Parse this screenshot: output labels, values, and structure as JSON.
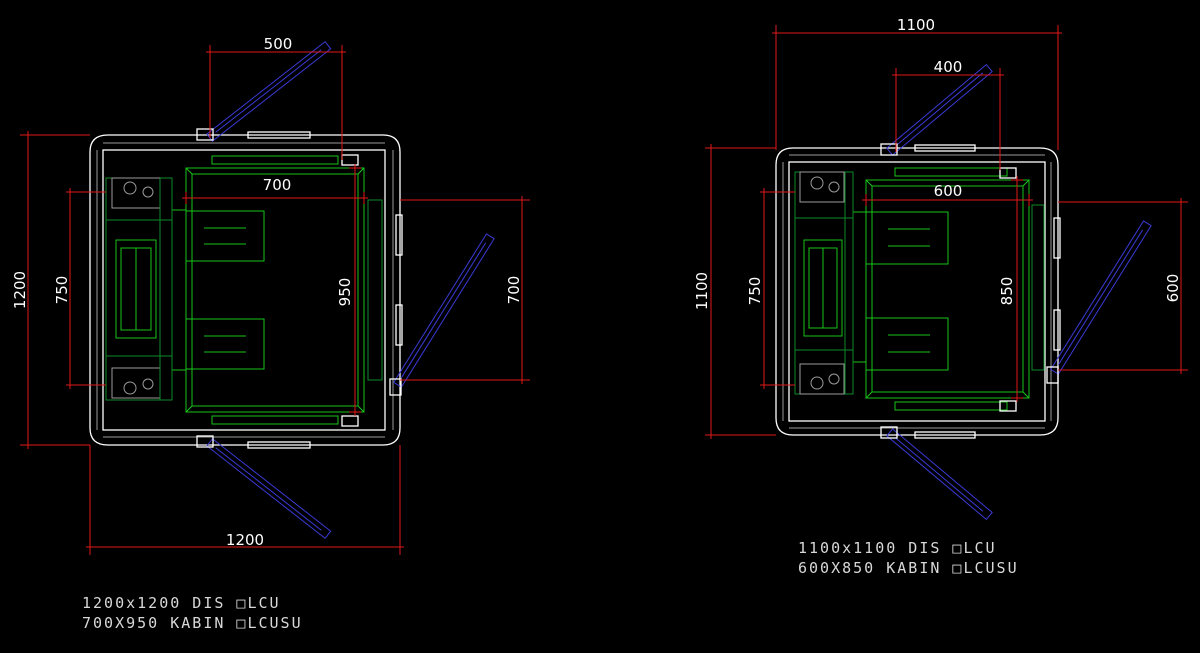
{
  "plans": [
    {
      "title_line1": "1200x1200 DIS □LCU",
      "title_line2": "700X950 KABIN □LCUSU",
      "dims": {
        "outer_width": "1200",
        "outer_height": "1200",
        "door_top": "500",
        "door_right": "700",
        "cabin_width": "700",
        "cabin_depth": "950",
        "rail_span": "750"
      }
    },
    {
      "title_line1": "1100x1100 DIS □LCU",
      "title_line2": "600X850 KABIN □LCUSU",
      "dims": {
        "outer_width": "1100",
        "outer_height": "1100",
        "door_top": "400",
        "door_right": "600",
        "cabin_width": "600",
        "cabin_depth": "850",
        "rail_span": "750"
      }
    }
  ],
  "colors": {
    "background": "#000000",
    "dimension_lines": "#e01818",
    "walls": "#ffffff",
    "cabin": "#19c419",
    "doors": "#3a3ad6"
  }
}
